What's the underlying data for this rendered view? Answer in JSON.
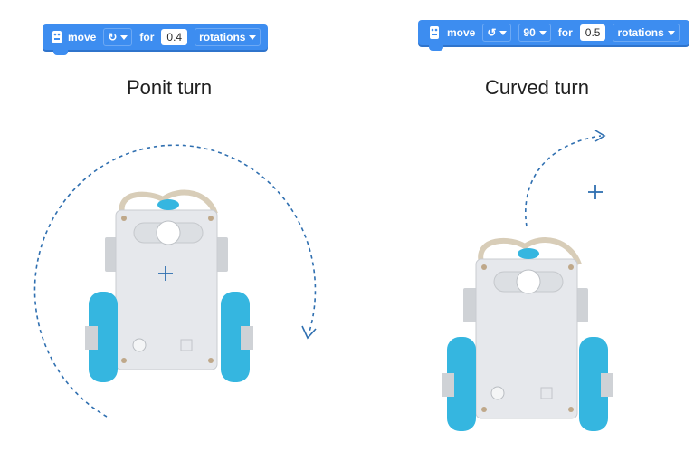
{
  "left_block": {
    "word_move": "move",
    "direction_icon": "turn-right-icon",
    "word_for": "for",
    "value": "0.4",
    "unit": "rotations"
  },
  "right_block": {
    "word_move": "move",
    "direction_icon": "turn-left-icon",
    "degrees": "90",
    "word_for": "for",
    "value": "0.5",
    "unit": "rotations"
  },
  "captions": {
    "left": "Ponit turn",
    "right": "Curved turn"
  },
  "colors": {
    "block": "#3d8df0",
    "path": "#2f6fb0",
    "wheel": "#35b6e0",
    "body": "#e6e8ec"
  }
}
